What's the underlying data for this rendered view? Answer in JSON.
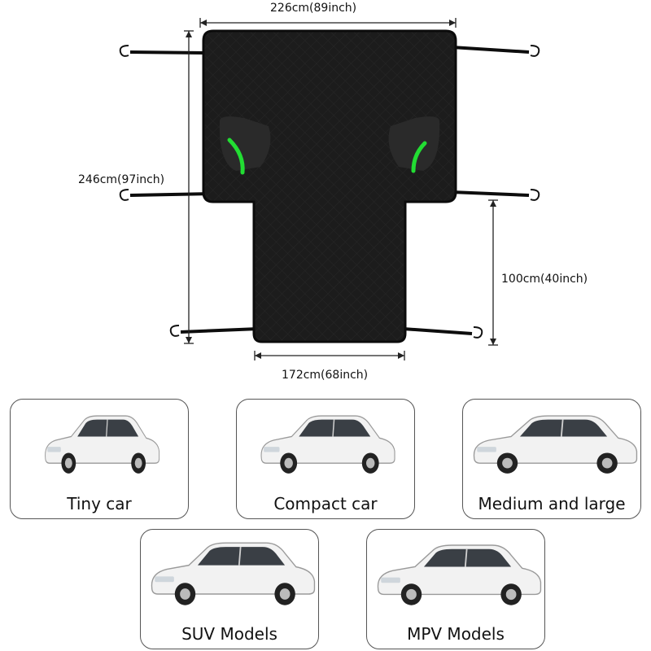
{
  "dimensions": {
    "top_width": "226cm(89inch)",
    "total_height": "246cm(97inch)",
    "lower_height": "100cm(40inch)",
    "bottom_width": "172cm(68inch)"
  },
  "colors": {
    "cover": "#1a1a1a",
    "cover_edge": "#0b0b0b",
    "strap": "#0d0d0d",
    "accent_handle": "#22dd33",
    "card_border": "#555555",
    "car_body": "#f2f2f2"
  },
  "car_types": [
    {
      "label": "Tiny car",
      "icon": "tiny-car-icon"
    },
    {
      "label": "Compact car",
      "icon": "compact-car-icon"
    },
    {
      "label": "Medium and large",
      "icon": "medium-car-icon"
    },
    {
      "label": "SUV Models",
      "icon": "suv-car-icon"
    },
    {
      "label": "MPV Models",
      "icon": "mpv-car-icon"
    }
  ]
}
